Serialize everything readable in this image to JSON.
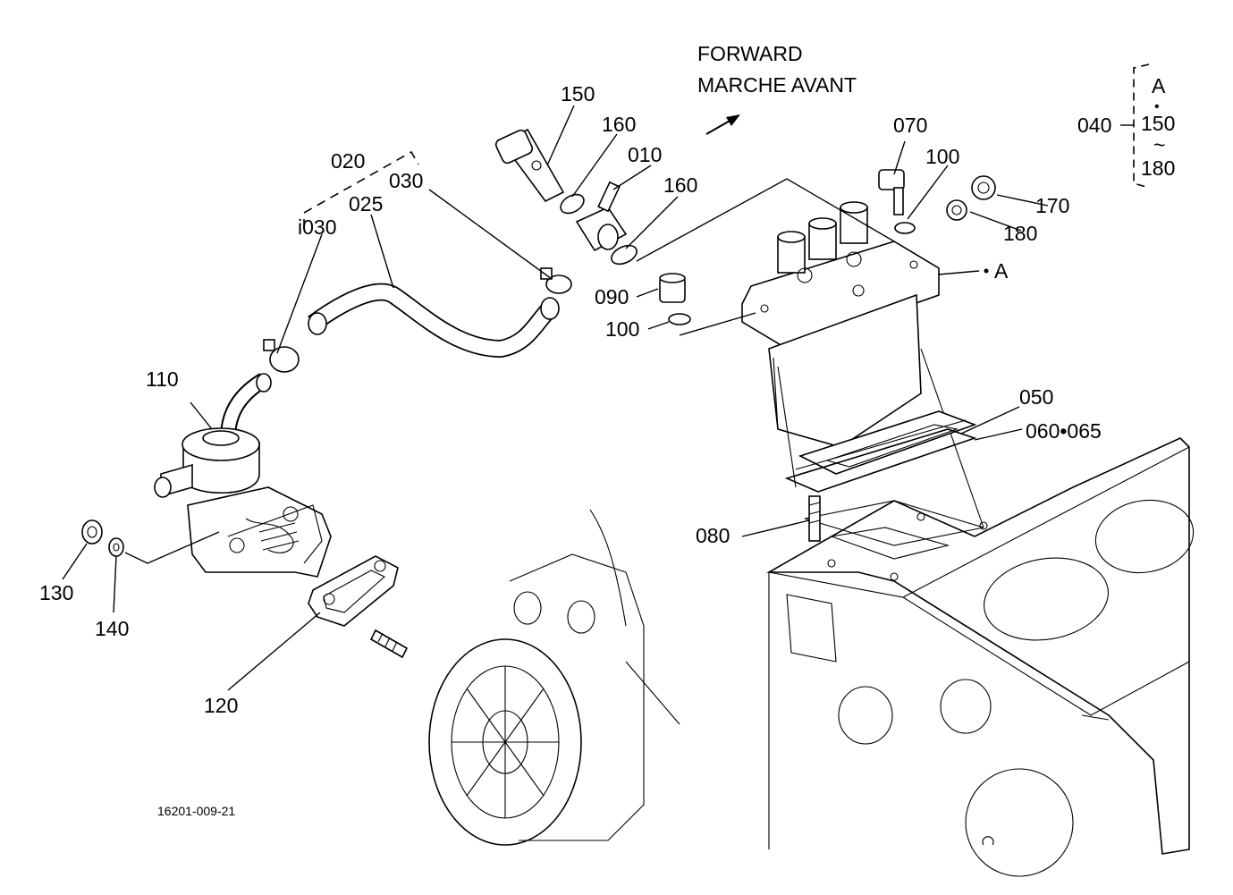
{
  "direction": {
    "line1": "FORWARD",
    "line2": "MARCHE AVANT"
  },
  "set_note": {
    "label": "040",
    "letter": "A",
    "dot": "•",
    "start": "150",
    "tilde": "~",
    "end": "180"
  },
  "callouts": {
    "c150": "150",
    "c160a": "160",
    "c010": "010",
    "c160b": "160",
    "c020": "020",
    "c025": "025",
    "c030a": "030",
    "c030b": "i030",
    "c070": "070",
    "c100a": "100",
    "c170": "170",
    "c180": "180",
    "pointA": "A",
    "c090": "090",
    "c100b": "100",
    "c110": "110",
    "c050": "050",
    "c060": "060•065",
    "c080": "080",
    "c130": "130",
    "c140": "140",
    "c120": "120"
  },
  "drawing_code": "16201-009-21"
}
